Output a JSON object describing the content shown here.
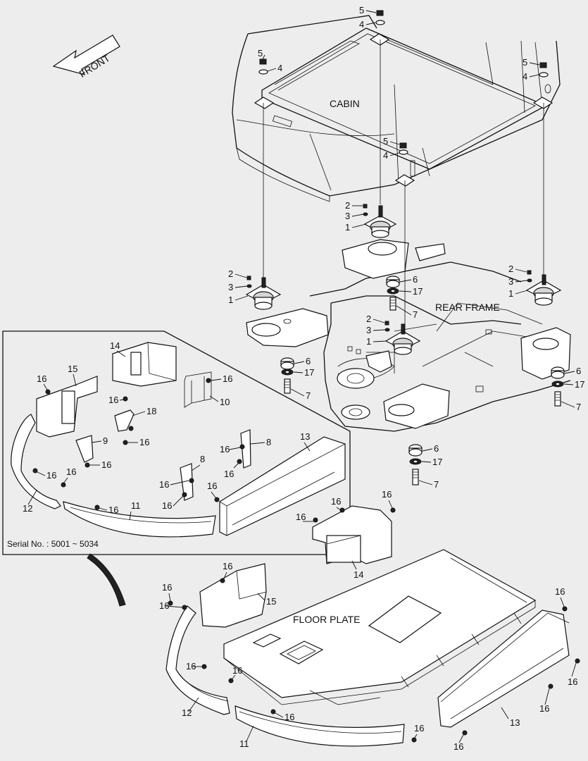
{
  "labels": {
    "front": "FRONT",
    "cabin": "CABIN",
    "rear_frame": "REAR FRAME",
    "floor_plate": "FLOOR PLATE",
    "serial": "Serial No. : 5001 ~ 5034"
  },
  "callouts": {
    "n1": "1",
    "n2": "2",
    "n3": "3",
    "n4": "4",
    "n5": "5",
    "n6": "6",
    "n7": "7",
    "n8": "8",
    "n9": "9",
    "n10": "10",
    "n11": "11",
    "n12": "12",
    "n13": "13",
    "n14": "14",
    "n15": "15",
    "n16": "16",
    "n17": "17",
    "n18": "18"
  }
}
